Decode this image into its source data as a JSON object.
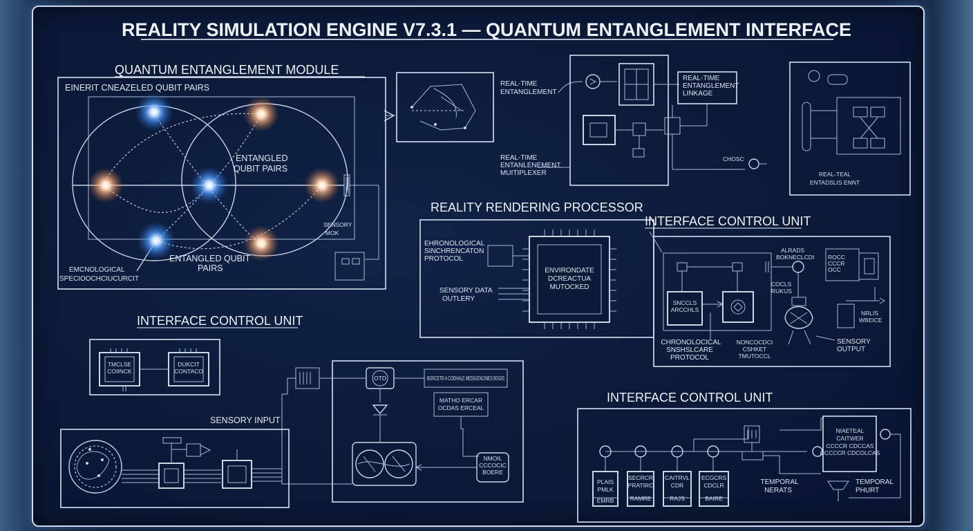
{
  "title": "REALITY SIMULATION ENGINE V7.3.1 — QUANTUM ENTANGLEMENT INTERFACE",
  "modules": {
    "quantum": {
      "heading": "QUANTUM ENTANGLEMENT MODULE",
      "pairs_label": "EINERIT CNEAZELED QUBIT PAIRS",
      "entangled_upper": [
        "ENTANGLED",
        "QUBIT PAIRS"
      ],
      "entangled_lower": [
        "ENTANGLED QUBIT",
        "PAIRS"
      ],
      "chrono_label": [
        "EMCNOLOGICAL",
        "SPECIOOCHCIUCURCIT"
      ],
      "sensory_label": [
        "SENSORY",
        "MOK"
      ]
    },
    "realtime": {
      "entanglement": [
        "REAL-TIME",
        "ENTANGLEMENT"
      ],
      "multiplexer": [
        "REAL-TIME",
        "ENTANLENEMENT",
        "MUITIPLEXER"
      ],
      "linkage": [
        "REAL-TIME",
        "ENTANGLEMENT",
        "LINKAGE"
      ],
      "cable_tag": "CHOSC",
      "right_box": [
        "REAL-TEAL",
        "ENTADSLIS ENNT"
      ]
    },
    "rendering": {
      "heading": "REALITY RENDERING PROCESSOR",
      "chrono": [
        "EHRONOLOGICAL",
        "SINCHRENCATON",
        "PROTOCOL"
      ],
      "sensory": [
        "SENSORY DATA",
        "OUTLERY"
      ],
      "chip": [
        "ENVIRONDATE",
        "DCREACTUA",
        "MUTOCKED"
      ]
    },
    "icu_right": {
      "heading": "INTERFACE CONTROL UNIT",
      "chrono": [
        "CHRONOLOCICAL",
        "SNSHSLCARE",
        "PROTOCOL"
      ],
      "middle": [
        "NONCOCDCI",
        "CSHKET",
        "TMUTOCCL"
      ],
      "sensory": [
        "SENSORY",
        "OUTPUT"
      ],
      "small_left": [
        "SNCCLS",
        "ARCCHLS"
      ],
      "small_top": [
        "ALRADS",
        "BOKNECLCDI"
      ],
      "small_mid": [
        "COCLS",
        "RUKUS"
      ],
      "small_right": [
        "NRLIS",
        "WBEICE"
      ]
    },
    "icu_left": {
      "heading": "INTERFACE CONTROL UNIT",
      "chip_a": [
        "TMCLSE",
        "COIINCK"
      ],
      "chip_b": [
        "DUKCIT",
        "CONTACO"
      ],
      "otd": "OTD",
      "label_a": "BORCETR A CODHALE MEDIGENCINES BOGIS",
      "label_b": [
        "MATHO ERCAR",
        "OCDAS ERCEAL"
      ],
      "oval": [
        "NMOIL",
        "CCCOCIC",
        "BOERE"
      ]
    },
    "sensory_input": {
      "label": "SENSORY INPUT"
    },
    "icu_bottom": {
      "heading": "INTERFACE CONTROL UNIT",
      "temporal_mid": [
        "TEMPORAL",
        "NERATS"
      ],
      "temporal_right": [
        "TEMPORAL",
        "PHURT"
      ],
      "big_box": [
        "NIAETEAL",
        "CAITWER",
        "CCCCR CDCCAS",
        "CCCCCR CDCOLCAS"
      ],
      "boxes": [
        [
          "PLAIS",
          "PMLK",
          "EMRB"
        ],
        [
          "SECRCR",
          "PRATIRC",
          "RAMRE"
        ],
        [
          "CAITRVL",
          "CDR",
          "RAJS"
        ],
        [
          "ECGCRS",
          "CDCLR",
          "BAIRE"
        ]
      ]
    }
  },
  "colors": {
    "background": "#0c1a38",
    "line": "#c9d6ea",
    "glow_blue": "#6fb4ff",
    "glow_orange": "#ffcfa6"
  }
}
